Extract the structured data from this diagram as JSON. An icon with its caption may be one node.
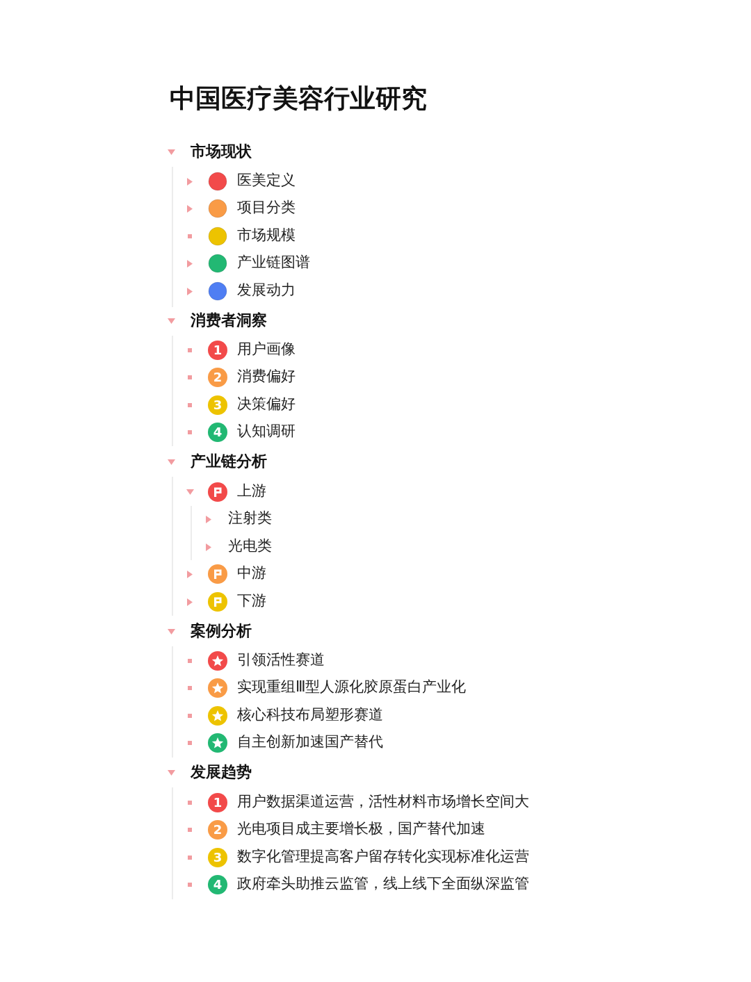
{
  "diagram": {
    "title": "中国医疗美容行业研究",
    "labels": [
      "市场现状",
      "医美定义",
      "项目分类",
      "市场规模",
      "产业链图谱",
      "发展动力",
      "消费者洞察",
      "1",
      "用户画像",
      "2",
      "消费偏好",
      "3",
      "决策偏好",
      "4",
      "认知调研",
      "产业链分析",
      "上游",
      "注射类",
      "光电类",
      "中游",
      "下游",
      "案例分析",
      "引领活性赛道",
      "实现重组Ⅲ型人源化胶原蛋白产业化",
      "核心科技布局塑形赛道",
      "自主创新加速国产替代",
      "发展趋势",
      "1",
      "用户数据渠道运营，活性材料市场增长空间大",
      "2",
      "光电项目成主要增长极，国产替代加速",
      "3",
      "数字化管理提高客户留存转化实现标准化运营",
      "4",
      "政府牵头助推云监管，线上线下全面纵深监管"
    ]
  }
}
